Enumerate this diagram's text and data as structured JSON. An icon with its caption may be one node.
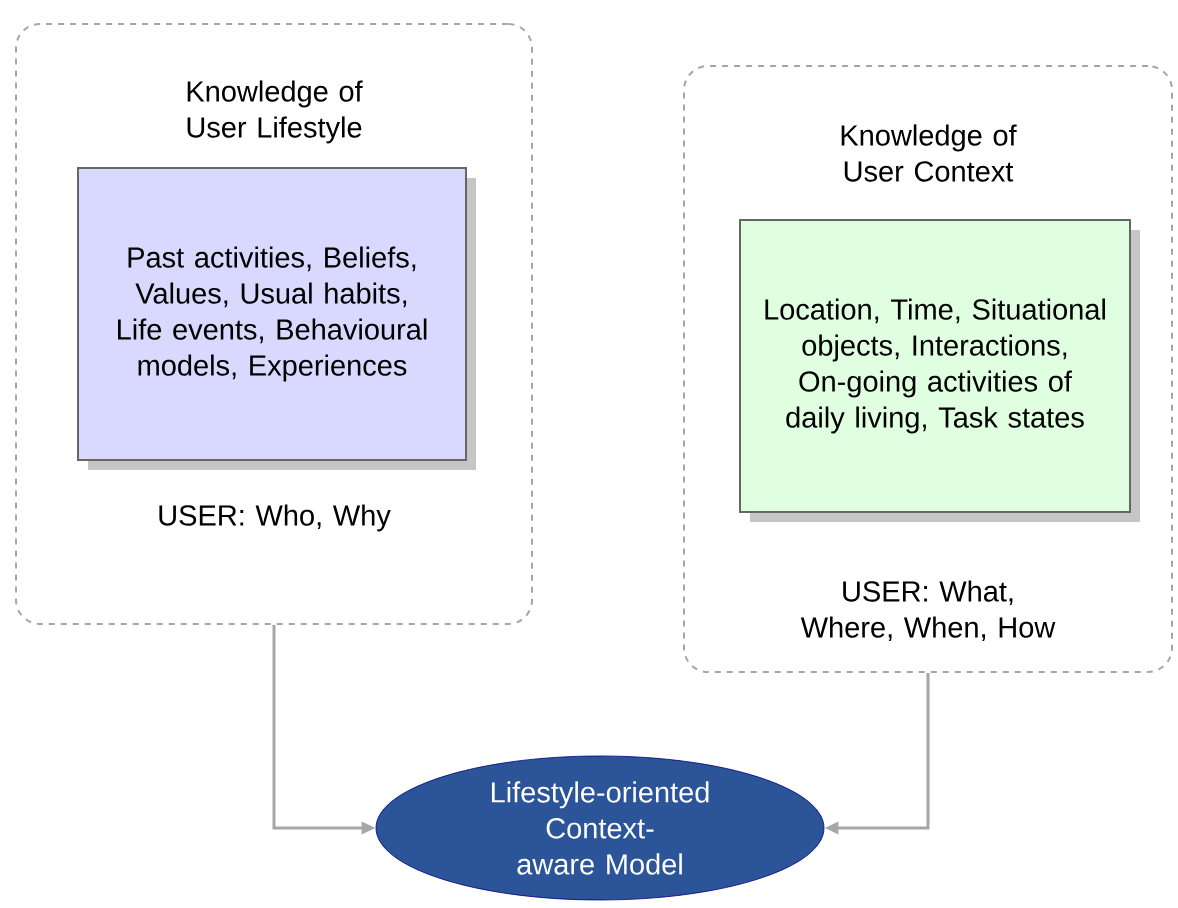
{
  "diagram": {
    "nodes": [
      {
        "text": [
          "Knowledge of User Lifestyle",
          "USER: Who, Why"
        ]
      },
      {
        "text": [
          "Past activities, Beliefs, Values, Usual habits, Life events, Behavioural models, Experiences"
        ],
        "in": 0
      },
      {
        "text": [
          "Knowledge of User Context",
          "USER: What, Where, When, How"
        ]
      },
      {
        "text": [
          "Location, Time, Situational objects, Interactions, On-going activities of daily living, Task states"
        ],
        "in": 2
      },
      {
        "text": [
          "Lifestyle-oriented Context-aware Model"
        ]
      }
    ],
    "edges": [
      {
        "from": 0,
        "to": 4,
        "arrow": "to"
      },
      {
        "from": 2,
        "to": 4,
        "arrow": "to"
      }
    ]
  }
}
